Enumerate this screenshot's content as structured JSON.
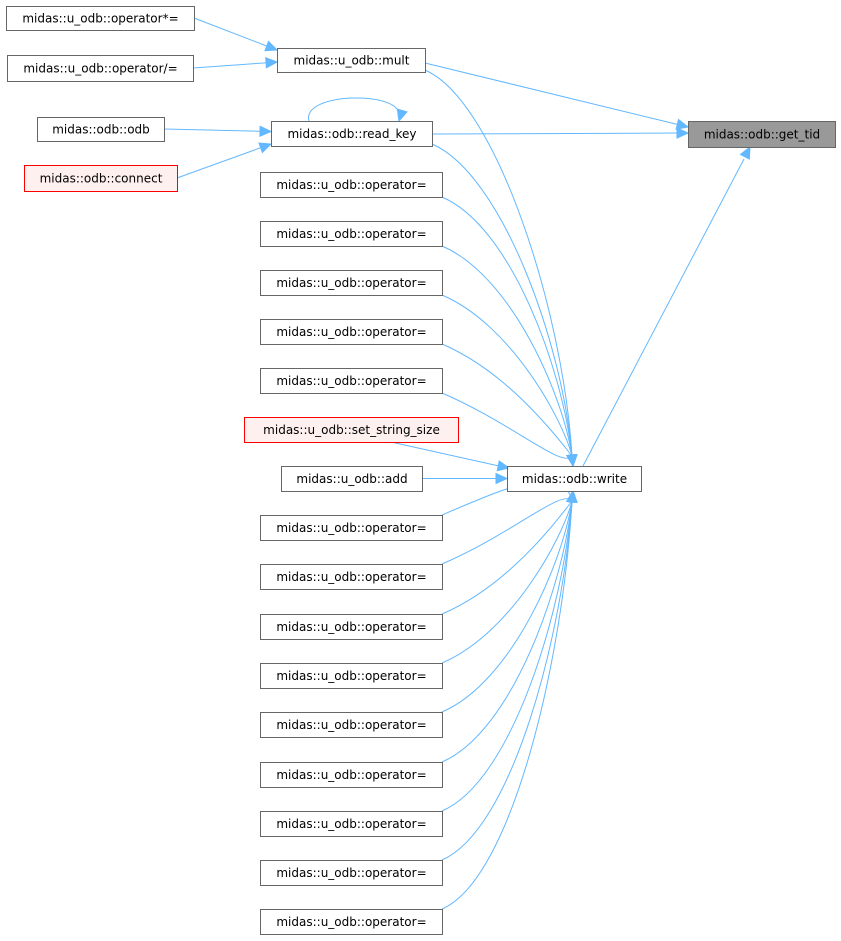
{
  "colors": {
    "node_fill": "#ffffff",
    "node_border": "#666666",
    "highlight_fill": "#999999",
    "highlight_border": "#666666",
    "truncated_fill": "#fff0f0",
    "truncated_border": "#ff0000",
    "edge": "#63b8ff"
  },
  "nodes": [
    {
      "id": "get_tid",
      "label": "midas::odb::get_tid",
      "style": "highlight"
    },
    {
      "id": "mult",
      "label": "midas::u_odb::mult",
      "style": "normal"
    },
    {
      "id": "op_mul_assign",
      "label": "midas::u_odb::operator*=",
      "style": "normal"
    },
    {
      "id": "op_div_assign",
      "label": "midas::u_odb::operator/=",
      "style": "normal"
    },
    {
      "id": "read_key",
      "label": "midas::odb::read_key",
      "style": "normal"
    },
    {
      "id": "odb_ctor",
      "label": "midas::odb::odb",
      "style": "normal"
    },
    {
      "id": "connect",
      "label": "midas::odb::connect",
      "style": "truncated"
    },
    {
      "id": "write",
      "label": "midas::odb::write",
      "style": "normal"
    },
    {
      "id": "op_eq_1",
      "label": "midas::u_odb::operator=",
      "style": "normal"
    },
    {
      "id": "op_eq_2",
      "label": "midas::u_odb::operator=",
      "style": "normal"
    },
    {
      "id": "op_eq_3",
      "label": "midas::u_odb::operator=",
      "style": "normal"
    },
    {
      "id": "op_eq_4",
      "label": "midas::u_odb::operator=",
      "style": "normal"
    },
    {
      "id": "op_eq_5",
      "label": "midas::u_odb::operator=",
      "style": "normal"
    },
    {
      "id": "set_string_size",
      "label": "midas::u_odb::set_string_size",
      "style": "truncated"
    },
    {
      "id": "add",
      "label": "midas::u_odb::add",
      "style": "normal"
    },
    {
      "id": "op_eq_6",
      "label": "midas::u_odb::operator=",
      "style": "normal"
    },
    {
      "id": "op_eq_7",
      "label": "midas::u_odb::operator=",
      "style": "normal"
    },
    {
      "id": "op_eq_8",
      "label": "midas::u_odb::operator=",
      "style": "normal"
    },
    {
      "id": "op_eq_9",
      "label": "midas::u_odb::operator=",
      "style": "normal"
    },
    {
      "id": "op_eq_10",
      "label": "midas::u_odb::operator=",
      "style": "normal"
    },
    {
      "id": "op_eq_11",
      "label": "midas::u_odb::operator=",
      "style": "normal"
    },
    {
      "id": "op_eq_12",
      "label": "midas::u_odb::operator=",
      "style": "normal"
    },
    {
      "id": "op_eq_13",
      "label": "midas::u_odb::operator=",
      "style": "normal"
    },
    {
      "id": "op_eq_14",
      "label": "midas::u_odb::operator=",
      "style": "normal"
    }
  ],
  "edges": [
    {
      "from": "op_mul_assign",
      "to": "mult"
    },
    {
      "from": "op_div_assign",
      "to": "mult"
    },
    {
      "from": "mult",
      "to": "get_tid"
    },
    {
      "from": "mult",
      "to": "write"
    },
    {
      "from": "read_key",
      "to": "read_key"
    },
    {
      "from": "odb_ctor",
      "to": "read_key"
    },
    {
      "from": "connect",
      "to": "read_key"
    },
    {
      "from": "read_key",
      "to": "get_tid"
    },
    {
      "from": "read_key",
      "to": "write"
    },
    {
      "from": "write",
      "to": "get_tid"
    },
    {
      "from": "op_eq_1",
      "to": "write"
    },
    {
      "from": "op_eq_2",
      "to": "write"
    },
    {
      "from": "op_eq_3",
      "to": "write"
    },
    {
      "from": "op_eq_4",
      "to": "write"
    },
    {
      "from": "op_eq_5",
      "to": "write"
    },
    {
      "from": "set_string_size",
      "to": "write"
    },
    {
      "from": "add",
      "to": "write"
    },
    {
      "from": "op_eq_6",
      "to": "write"
    },
    {
      "from": "op_eq_7",
      "to": "write"
    },
    {
      "from": "op_eq_8",
      "to": "write"
    },
    {
      "from": "op_eq_9",
      "to": "write"
    },
    {
      "from": "op_eq_10",
      "to": "write"
    },
    {
      "from": "op_eq_11",
      "to": "write"
    },
    {
      "from": "op_eq_12",
      "to": "write"
    },
    {
      "from": "op_eq_13",
      "to": "write"
    },
    {
      "from": "op_eq_14",
      "to": "write"
    }
  ]
}
